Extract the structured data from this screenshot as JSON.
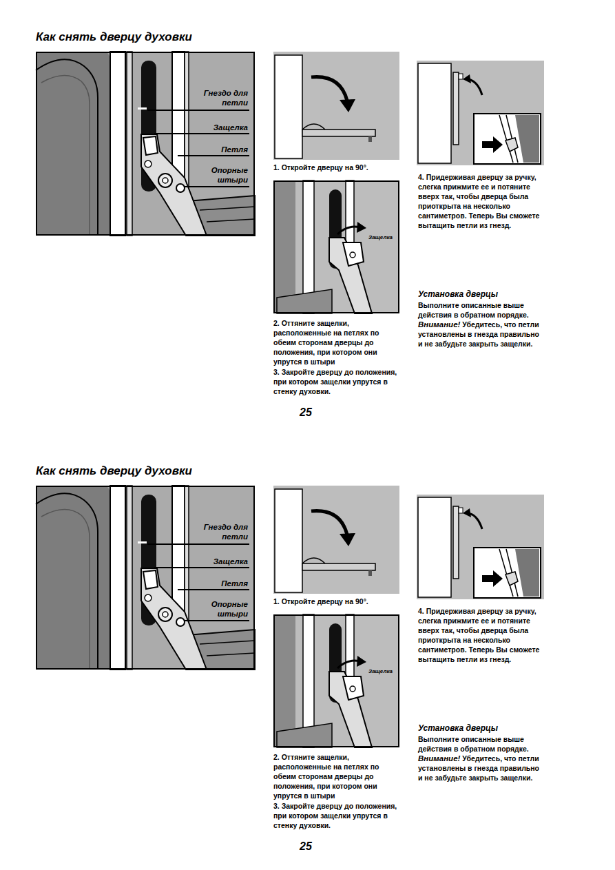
{
  "diagram": {
    "title": "Как снять дверцу духовки",
    "nodes": [
      {
        "text": [
          "Гнездо для петли",
          "Защелка",
          "Петля",
          "Опорные штыри"
        ]
      },
      {
        "text": [
          "Защелка"
        ]
      },
      {
        "text": [
          "Гнездо для петли",
          "Защелка",
          "Петля",
          "Опорные штыри"
        ]
      },
      {
        "text": [
          "Защелка"
        ]
      }
    ],
    "labels": [
      "1. Откройте дверцу на 90°.",
      "2. Оттяните защелки, расположенные на петлях по обеим сторонам дверцы до положения, при котором они упрутся в штыри",
      "3. Закройте дверцу до положения, при котором защелки упрутся в стенку духовки.",
      "4. Придерживая дверцу за ручку, слегка прижмите ее и потяните вверх так, чтобы дверца была приоткрыта на несколько сантиметров. Теперь Вы сможете вытащить петли из гнезд.",
      "Установка дверцы",
      "Выполните описанные выше действия в обратном порядке.",
      "Внимание!",
      "Убедитесь, что петли установлены в гнезда правильно и не забудьте закрыть защелки.",
      "25",
      "Как снять дверцу духовки",
      "1. Откройте дверцу на 90°.",
      "2. Оттяните защелки, расположенные на петлях по обеим сторонам дверцы до положения, при котором они упрутся в штыри",
      "3. Закройте дверцу до положения, при котором защелки упрутся в стенку духовки.",
      "4. Придерживая дверцу за ручку, слегка прижмите ее и потяните вверх так, чтобы дверца была приоткрыта на несколько сантиметров. Теперь Вы сможете вытащить петли из гнезд.",
      "Установка дверцы",
      "Выполните описанные выше действия в обратном порядке.",
      "Внимание!",
      "Убедитесь, что петли установлены в гнезда правильно и не забудьте закрыть защелки.",
      "25"
    ]
  }
}
